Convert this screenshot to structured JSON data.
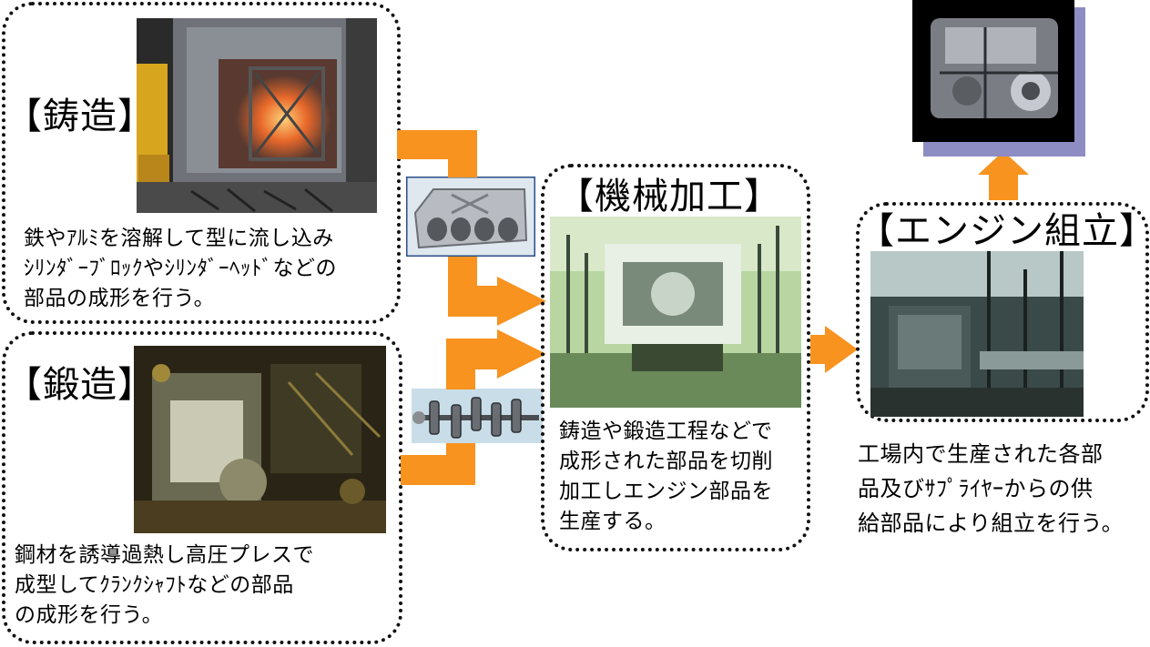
{
  "colors": {
    "arrow": "#f7931e",
    "border": "#111111"
  },
  "casting": {
    "title": "【鋳造】",
    "description": "鉄やｱﾙﾐを溶解して型に流し込み\nｼﾘﾝﾀﾞｰﾌﾞﾛｯｸやｼﾘﾝﾀﾞｰﾍｯﾄﾞなどの\n部品の成形を行う。"
  },
  "forging": {
    "title": "【鍛造】",
    "description": "鋼材を誘導過熱し高圧プレスで\n成型してｸﾗﾝｸｼｬﾌﾄなどの部品\nの成形を行う。"
  },
  "machining": {
    "title": "【機械加工】",
    "description": "鋳造や鍛造工程などで\n成形された部品を切削\n加工しエンジン部品を\n生産する。"
  },
  "assembly": {
    "title": "【エンジン組立】",
    "description": "工場内で生産された各部\n品及びｻﾌﾟﾗｲﾔｰからの供\n給部品により組立を行う。"
  }
}
